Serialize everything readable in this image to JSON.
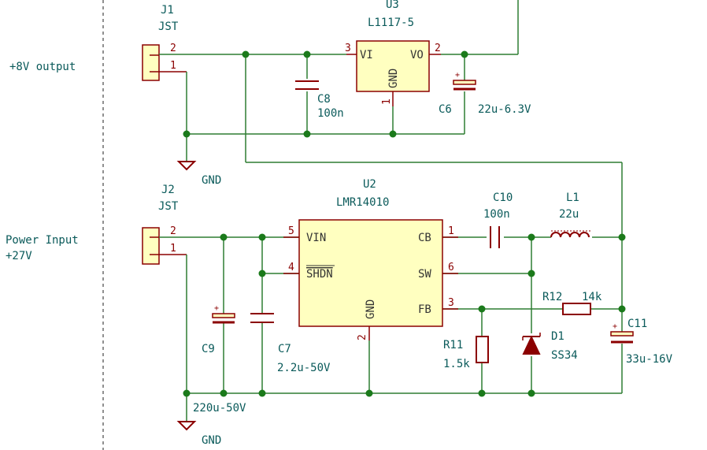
{
  "net_labels": {
    "out_label": "+8V output",
    "in_label_1": "Power Input",
    "in_label_2": "+27V",
    "gnd_top": "GND",
    "gnd_bottom": "GND"
  },
  "J1": {
    "ref": "J1",
    "value": "JST",
    "pin_top": "2",
    "pin_bottom": "1"
  },
  "J2": {
    "ref": "J2",
    "value": "JST",
    "pin_top": "2",
    "pin_bottom": "1"
  },
  "U3": {
    "ref": "U3",
    "value": "L1117-5",
    "pin_vi": "VI",
    "pin_vo": "VO",
    "pin_gnd": "GND",
    "num_vi": "3",
    "num_vo": "2",
    "num_gnd": "1"
  },
  "U2": {
    "ref": "U2",
    "value": "LMR14010",
    "pin_vin": "VIN",
    "pin_shdn": "SHDN",
    "pin_cb": "CB",
    "pin_sw": "SW",
    "pin_fb": "FB",
    "pin_gnd": "GND",
    "num_vin": "5",
    "num_shdn": "4",
    "num_cb": "1",
    "num_sw": "6",
    "num_fb": "3",
    "num_gnd": "2"
  },
  "C8": {
    "ref": "C8",
    "value": "100n"
  },
  "C6": {
    "ref": "C6",
    "value": "22u-6.3V"
  },
  "C9": {
    "ref": "C9",
    "value": "220u-50V"
  },
  "C7": {
    "ref": "C7",
    "value": "2.2u-50V"
  },
  "C10": {
    "ref": "C10",
    "value": "100n"
  },
  "L1": {
    "ref": "L1",
    "value": "22u"
  },
  "R12": {
    "ref": "R12",
    "value": "14k"
  },
  "R11": {
    "ref": "R11",
    "value": "1.5k"
  },
  "D1": {
    "ref": "D1",
    "value": "SS34"
  },
  "C11": {
    "ref": "C11",
    "value": "33u-16V"
  },
  "polarity_mark": "+"
}
